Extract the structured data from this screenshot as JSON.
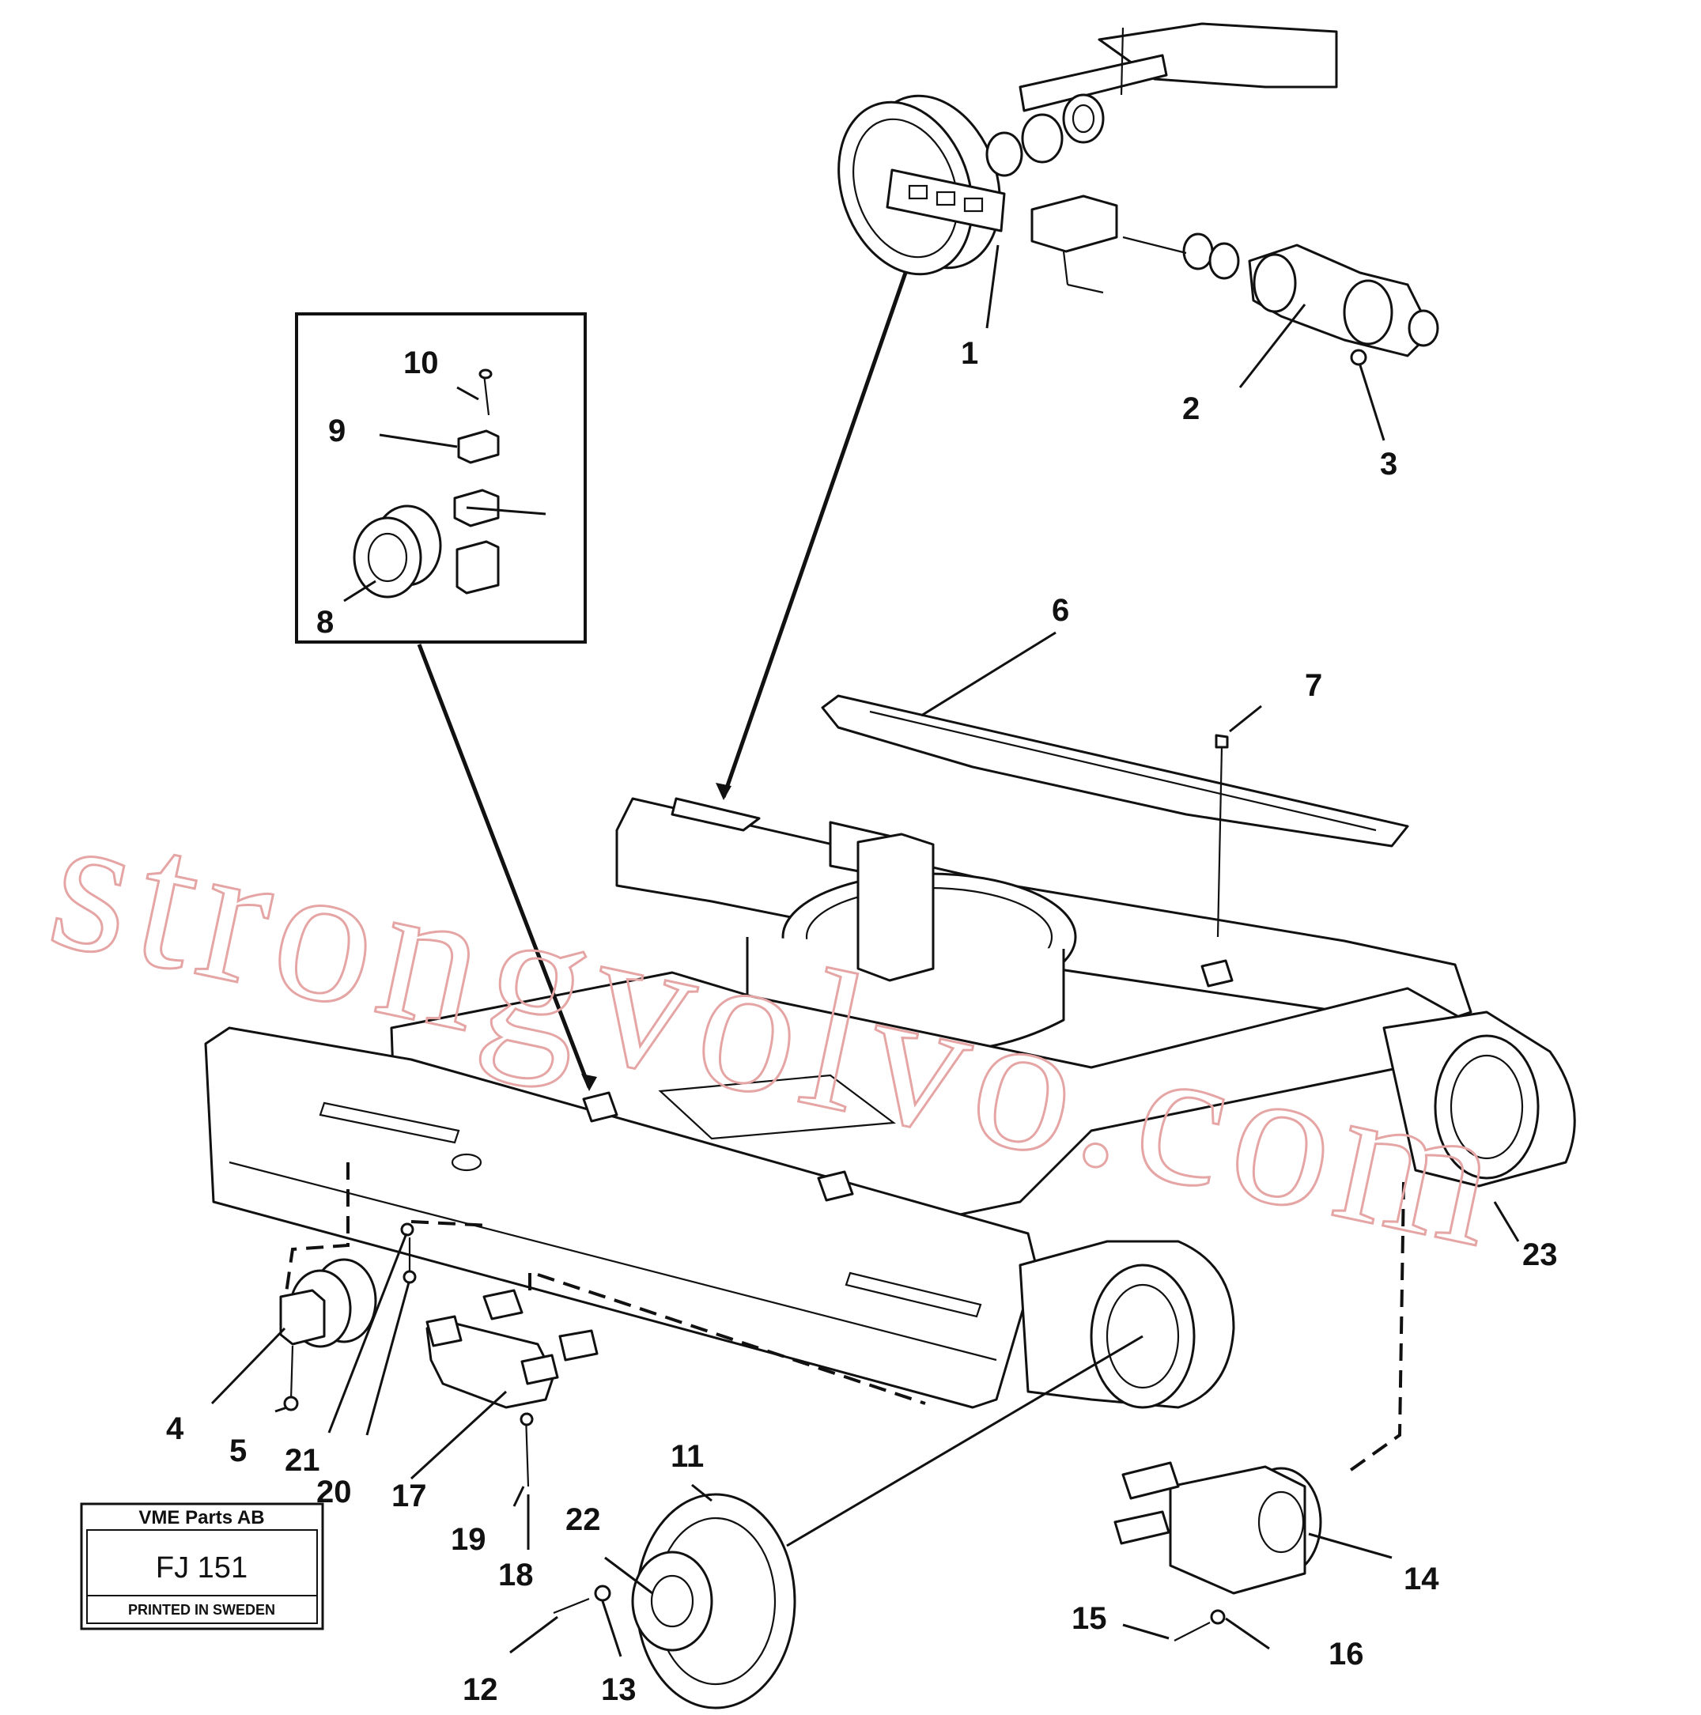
{
  "watermark": "strongvolvo.com",
  "stamp": {
    "company": "VME Parts AB",
    "code": "FJ 151",
    "printed": "PRINTED IN SWEDEN"
  },
  "callouts": {
    "c1": "1",
    "c2": "2",
    "c3": "3",
    "c4": "4",
    "c5": "5",
    "c6": "6",
    "c7": "7",
    "c8": "8",
    "c9": "9",
    "c10": "10",
    "c11": "11",
    "c12": "12",
    "c13": "13",
    "c14": "14",
    "c15": "15",
    "c16": "16",
    "c17": "17",
    "c18": "18",
    "c19": "19",
    "c20": "20",
    "c21": "21",
    "c22": "22",
    "c23": "23"
  }
}
